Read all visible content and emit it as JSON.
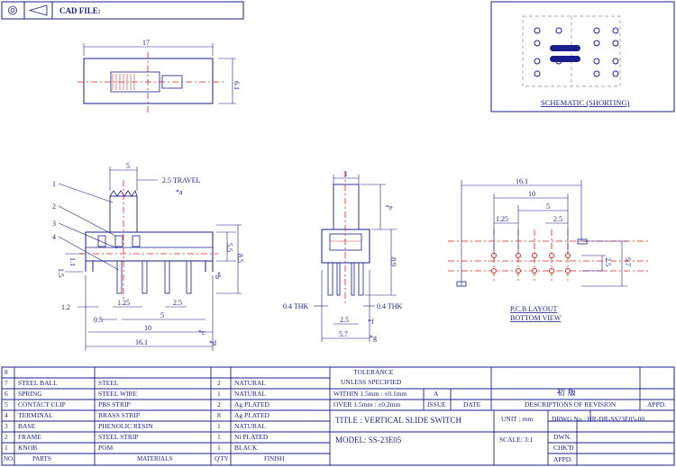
{
  "header": {
    "cad_label": "CAD FILE:"
  },
  "schematic": {
    "caption": "SCHEMATIC (SHORTING)"
  },
  "front_view": {
    "dim_17": "17",
    "dim_6_1": "6.1"
  },
  "side_view": {
    "dim_5": "5",
    "travel": "2.5 TRAVEL",
    "mark_a": "*a",
    "dim_5_5": "5.5",
    "dim_8_5": "8.5",
    "mark_b": "*b",
    "dim_1_1": "1.1",
    "dim_1_5": "1.5",
    "dim_1_2": "1.2",
    "dim_0_5": "0.5",
    "dim_1_25": "1.25",
    "dim_5b": "5",
    "dim_2_5": "2.5",
    "dim_10": "10",
    "mark_c": "*c",
    "dim_16_1": "16.1",
    "mark_d": "*d",
    "balloons": [
      "1",
      "2",
      "3",
      "4"
    ]
  },
  "end_view": {
    "dim_3": "3",
    "mark_e": "*e",
    "dim_8_9": "8.9",
    "thk_left": "0.4 THK",
    "thk_right": "0.4 THK",
    "mark_f": "*f",
    "dim_2_5": "2.5",
    "dim_5_7": "5.7",
    "mark_g": "*g"
  },
  "pcb": {
    "dim_16_1": "16.1",
    "dim_10": "10",
    "dim_5": "5",
    "dim_1_25": "1.25",
    "dim_2_5": "2.5",
    "dim_2_5v": "2.5",
    "dim_5_7": "5.7",
    "caption_1": "P.C.B LAYOUT",
    "caption_2": "BOTTOM VIEW"
  },
  "bom": {
    "rows": [
      {
        "no": "8",
        "part": "",
        "material": "",
        "qty": "",
        "finish": ""
      },
      {
        "no": "7",
        "part": "STEEL BALL",
        "material": "STEEL",
        "qty": "2",
        "finish": "NATURAL"
      },
      {
        "no": "6",
        "part": "SPRING",
        "material": "STEEL WIRE",
        "qty": "1",
        "finish": "NATURAL"
      },
      {
        "no": "5",
        "part": "CONTACT CLIP",
        "material": "PBS STRIP",
        "qty": "2",
        "finish": "Ag PLATED"
      },
      {
        "no": "4",
        "part": "TERMINAL",
        "material": "BRASS STRIP",
        "qty": "8",
        "finish": "Ag PLATED"
      },
      {
        "no": "3",
        "part": "BASE",
        "material": "PHENOLIC RESIN",
        "qty": "1",
        "finish": "NATURAL"
      },
      {
        "no": "2",
        "part": "FRAME",
        "material": "STEEL STRIP",
        "qty": "1",
        "finish": "Ni PLATED"
      },
      {
        "no": "1",
        "part": "KNOB",
        "material": "POM",
        "qty": "1",
        "finish": "BLACK"
      }
    ],
    "headers": {
      "no": "NO.",
      "part": "PARTS",
      "material": "MATERIALS",
      "qty": "Q'TY",
      "finish": "FINISH"
    }
  },
  "tolerance": {
    "title": "TOLERANCE",
    "subtitle": "UNLESS   SPECIFIED",
    "within": "WITHIN 1.5mm : ±0.1mm",
    "over": "OVER 1.5mm : ±0.2mm",
    "rev": "A",
    "issue_label": "ISSUE",
    "date_label": "DATE",
    "first_issue": "初 版",
    "desc_label": "DESCRIPTIONS OF REVISION",
    "appd_label": "APPD."
  },
  "title_block": {
    "title": "TITLE :  VERTICAL SLIDE SWITCH",
    "model": "MODEL:  SS-23E05",
    "unit": "UNIT :  mm",
    "drwg": "DRWG No.:  HR-DR-SS23E05-00",
    "scale": "SCALE:  3:1",
    "dwn": "DWN.",
    "chkd": "CHK'D",
    "appd": "APPD."
  }
}
